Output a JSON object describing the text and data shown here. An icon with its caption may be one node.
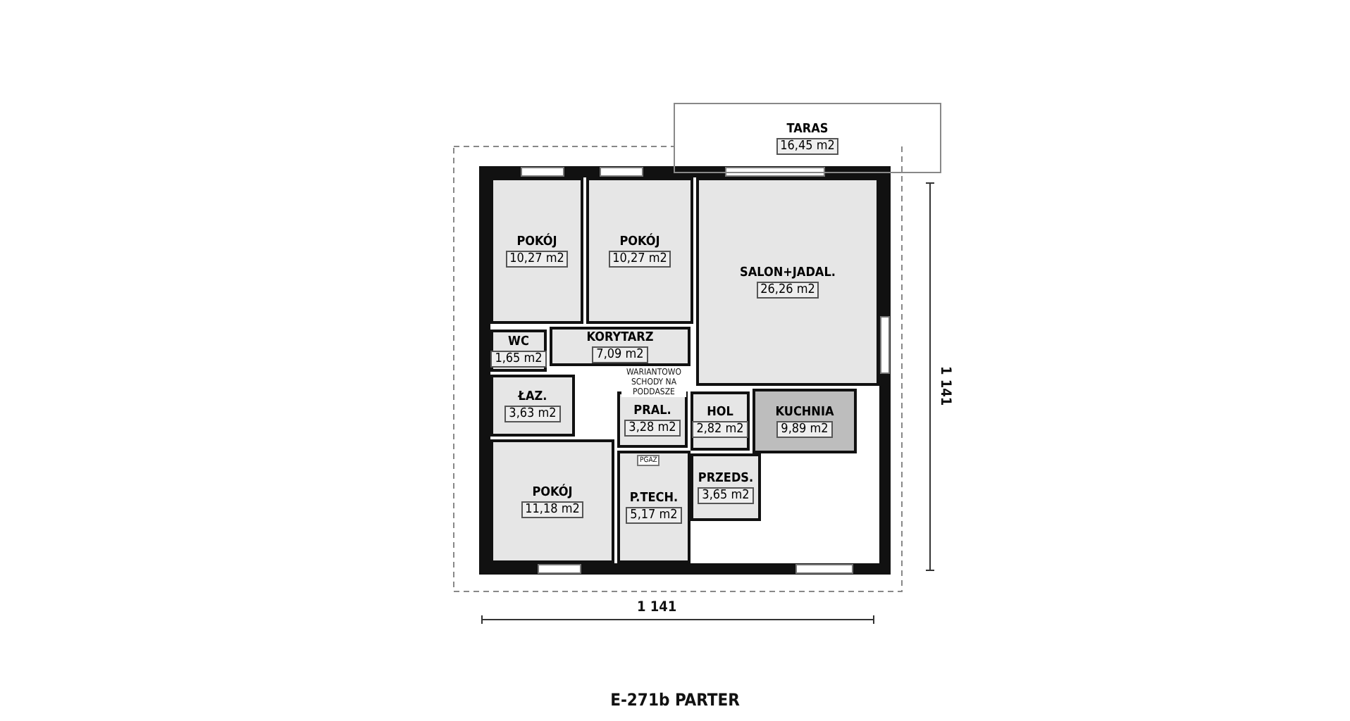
{
  "diagram": {
    "caption": "E-271b PARTER",
    "nodes": [
      {
        "text": [
          "TARAS",
          "16,45 m2"
        ]
      },
      {
        "text": [
          "POKÓJ",
          "10,27 m2"
        ]
      },
      {
        "text": [
          "POKÓJ",
          "10,27 m2"
        ]
      },
      {
        "text": [
          "SALON+JADAL.",
          "26,26 m2"
        ]
      },
      {
        "text": [
          "WC",
          "1,65 m2"
        ]
      },
      {
        "text": [
          "KORYTARZ",
          "7,09 m2"
        ]
      },
      {
        "text": [
          "ŁAZ.",
          "3,63 m2"
        ]
      },
      {
        "text": [
          "PRAL.",
          "3,28 m2"
        ]
      },
      {
        "text": [
          "HOL",
          "2,82 m2"
        ]
      },
      {
        "text": [
          "KUCHNIA",
          "9,89 m2"
        ]
      },
      {
        "text": [
          "POKÓJ",
          "11,18 m2"
        ]
      },
      {
        "text": [
          "P.TECH.",
          "5,17 m2"
        ]
      },
      {
        "text": [
          "PRZEDS.",
          "3,65 m2"
        ]
      }
    ],
    "labels": [
      "WARIANTOWO SCHODY NA PODDASZE",
      "PGAZ",
      "1 141",
      "1 141"
    ]
  }
}
